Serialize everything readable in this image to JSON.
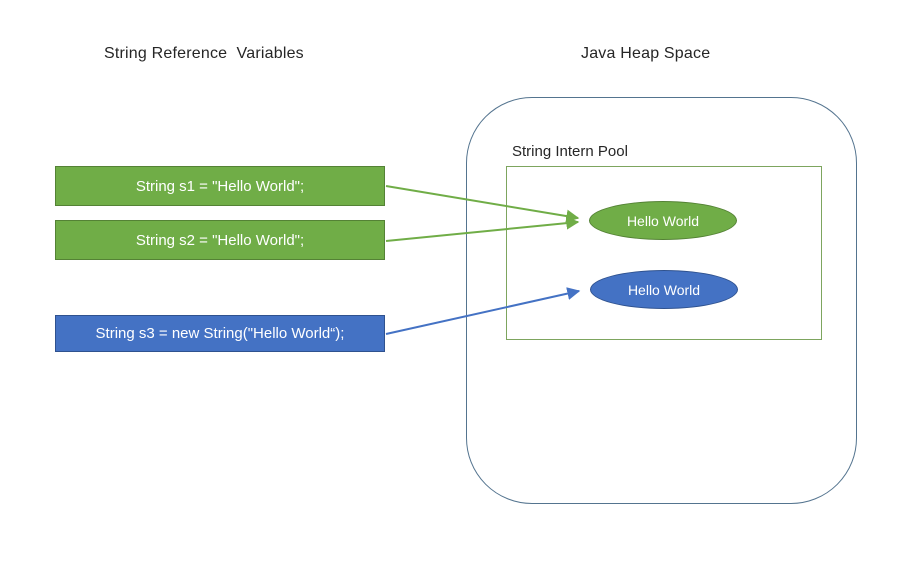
{
  "titles": {
    "left": "String Reference  Variables",
    "right": "Java Heap Space"
  },
  "variables": [
    {
      "label": "String s1 = \"Hello World\";",
      "style": "green"
    },
    {
      "label": "String s2 = \"Hello World\";",
      "style": "green"
    },
    {
      "label": "String s3 = new String(\"Hello World“);",
      "style": "blue"
    }
  ],
  "heap": {
    "pool_label": "String Intern Pool",
    "pool_strings": [
      "Hello World"
    ],
    "heap_strings": [
      "Hello World"
    ]
  },
  "arrows": [
    {
      "from": "s1",
      "to": "interned-string",
      "color": "#70AD47"
    },
    {
      "from": "s2",
      "to": "interned-string",
      "color": "#70AD47"
    },
    {
      "from": "s3",
      "to": "heap-string",
      "color": "#4472C4"
    }
  ],
  "colors": {
    "green_fill": "#70AD47",
    "green_border": "#548235",
    "blue_fill": "#4472C4",
    "blue_border": "#2F528F",
    "heap_outline": "#54748F",
    "pool_outline": "#7DA55E",
    "title_text": "#262626",
    "box_text": "#FFFFFF"
  }
}
